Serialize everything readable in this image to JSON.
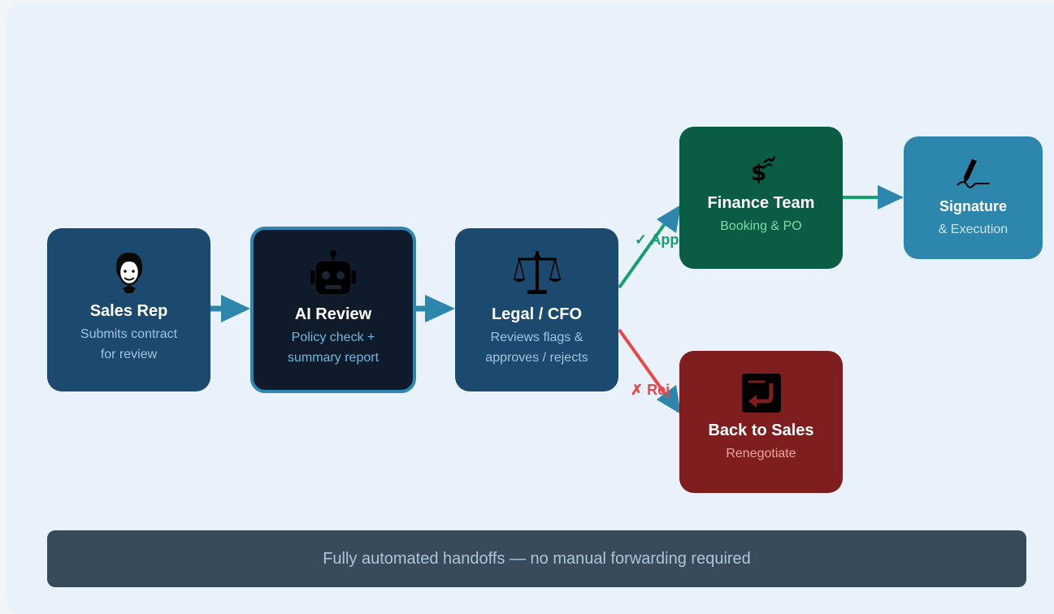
{
  "nodes": {
    "sales_rep": {
      "title": "Sales Rep",
      "sub_line1": "Submits contract",
      "sub_line2": "for review",
      "icon": "person-icon"
    },
    "ai_review": {
      "title": "AI Review",
      "sub_line1": "Policy check +",
      "sub_line2": "summary report",
      "icon": "robot-icon"
    },
    "legal_cfo": {
      "title": "Legal / CFO",
      "sub_line1": "Reviews flags &",
      "sub_line2": "approves / rejects",
      "icon": "scales-icon"
    },
    "finance": {
      "title": "Finance Team",
      "sub": "Booking & PO",
      "icon": "money-icon"
    },
    "signature": {
      "title": "Signature",
      "sub": "& Execution",
      "icon": "pen-signature-icon"
    },
    "back_sales": {
      "title": "Back to Sales",
      "sub": "Renegotiate",
      "icon": "return-arrow-icon"
    }
  },
  "edges": {
    "approve_label": "✓ App",
    "reject_label": "✗ Rej"
  },
  "footer": {
    "text": "Fully automated handoffs — no manual forwarding required"
  },
  "colors": {
    "flow_arrow": "#2d86ab",
    "approve": "#16a06e",
    "reject": "#e84848",
    "node_primary": "#1c4a6e",
    "node_ai": "#0f1b2a",
    "node_finance": "#0a5c45",
    "node_signature": "#2d86ab",
    "node_reject": "#7e1e1e"
  }
}
